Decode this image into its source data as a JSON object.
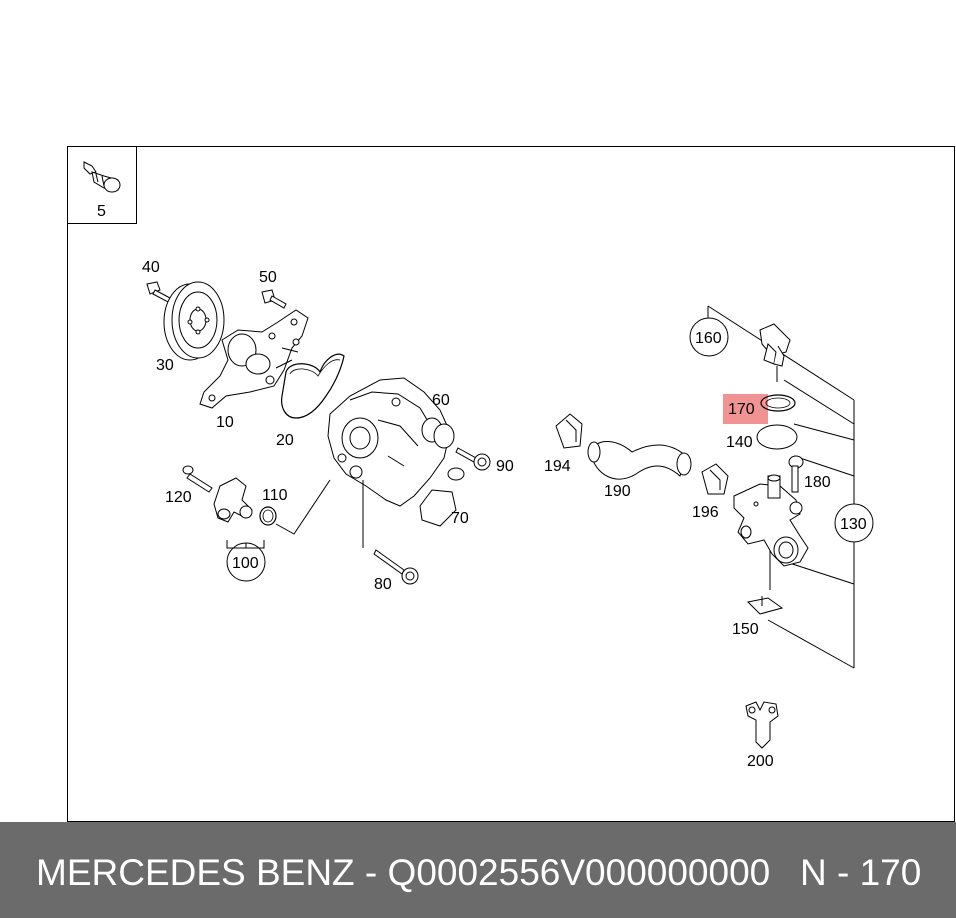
{
  "diagram": {
    "inset_label": "5",
    "highlight_color": "#f08080",
    "highlighted_part": "170",
    "labels": {
      "p40": "40",
      "p50": "50",
      "p30": "30",
      "p10": "10",
      "p20": "20",
      "p60": "60",
      "p90": "90",
      "p70": "70",
      "p120": "120",
      "p110": "110",
      "p100": "100",
      "p80": "80",
      "p194": "194",
      "p190": "190",
      "p196": "196",
      "p160": "160",
      "p170": "170",
      "p140": "140",
      "p180": "180",
      "p130": "130",
      "p150": "150",
      "p200": "200"
    }
  },
  "footer": {
    "title": "MERCEDES BENZ - Q0002556V000000000",
    "ref": "N - 170",
    "background": "#6b6b6b"
  }
}
